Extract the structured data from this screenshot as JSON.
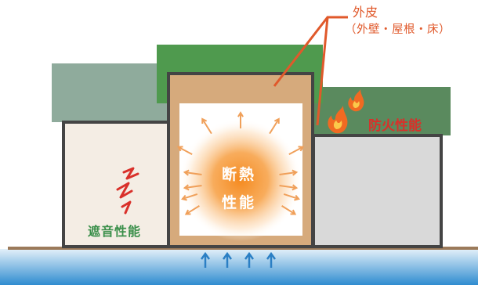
{
  "labels": {
    "envelope_title": "外皮",
    "envelope_subtitle": "（外壁・屋根・床）",
    "fire": "防火性能",
    "sound": "遮音性能",
    "insulation_1": "断熱",
    "insulation_2": "性能"
  },
  "colors": {
    "envelope_label": "#e0592b",
    "leader_line": "#e0592b",
    "fire_label": "#d9302a",
    "sound_label": "#3a8f4a",
    "insulation_text": "#ffffff",
    "house_outline": "#444444",
    "left_roof": "#8fab9c",
    "left_fill": "#f4ede4",
    "center_roof": "#4f9a4e",
    "center_wall": "#d6aa7c",
    "center_inner": "#ffffff",
    "glow_core": "#f58a1f",
    "heat_arrow": "#f0a05a",
    "right_roof": "#5a8a5e",
    "right_fill": "#d9d9d9",
    "ground": "#9b7a5a",
    "water_top": "#e3f0f9",
    "water_bottom": "#2f8cd0",
    "up_arrow": "#2b7fc4",
    "sound_wave": "#d9302a",
    "flame": "#f06a22"
  },
  "icons": {
    "flame": "flame-icon",
    "sound_wave": "sound-wave-icon",
    "heat_arrow": "arrow-icon",
    "up_arrow": "up-arrow-icon"
  }
}
